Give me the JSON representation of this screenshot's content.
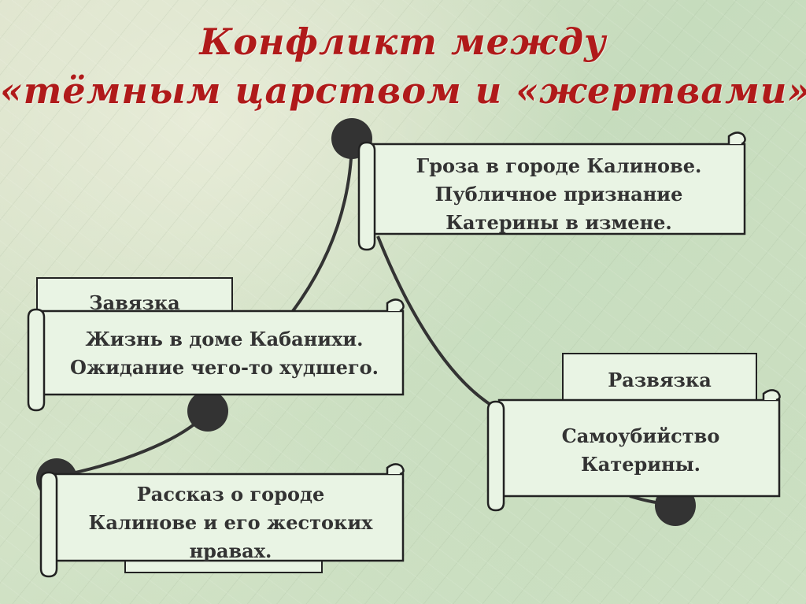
{
  "title": {
    "line1": "Конфликт  между",
    "line2": "«тёмным царством и «жертвами»"
  },
  "colors": {
    "title": "#b01a1a",
    "scroll_fill": "#e9f4e4",
    "outline": "#222222",
    "text": "#333333",
    "node": "#333333"
  },
  "labels": {
    "zavyazka": "Завязка",
    "razvyazka": "Развязка"
  },
  "scrolls": {
    "kulminaciya": "Гроза в городе Калинове.\nПубличное признание\nКатерины  в измене.",
    "zavyazka": "Жизнь в доме Кабанихи.\nОжидание чего-то худшего.",
    "ekspoziciya": "Рассказ  о городе\nКалинове и его жестоких\nнравах.",
    "razvyazka": "Самоубийство\nКатерины."
  }
}
